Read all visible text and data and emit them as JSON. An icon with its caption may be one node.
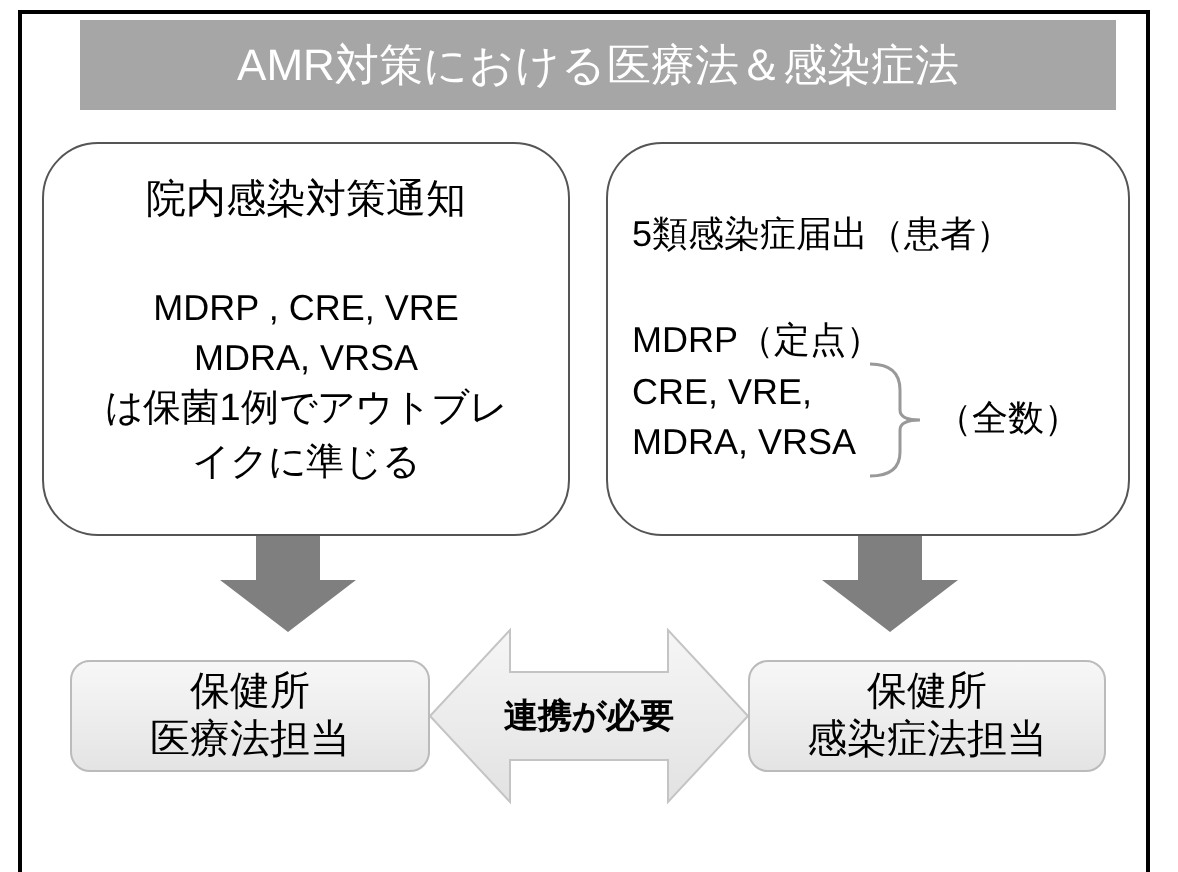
{
  "diagram": {
    "title": "AMR対策における医療法＆感染症法",
    "nodes": [
      {
        "text": [
          "院内感染対策通知",
          "MDRP , CRE, VRE MDRA, VRSA",
          "は保菌1例でアウトブレイクに準じる"
        ]
      },
      {
        "text": [
          "5類感染症届出（患者）",
          "MDRP（定点）",
          "CRE, VRE, MDRA, VRSA",
          "（全数）"
        ]
      },
      {
        "text": [
          "保健所",
          "医療法担当"
        ]
      },
      {
        "text": [
          "保健所",
          "感染症法担当"
        ]
      }
    ],
    "edges": [
      {
        "from": 0,
        "to": 2,
        "arrow": "to",
        "style": "thick"
      },
      {
        "from": 1,
        "to": 3,
        "arrow": "to",
        "style": "thick"
      },
      {
        "from": 2,
        "to": 3,
        "arrow": "both",
        "style": "thick",
        "color": "#e2e2e2",
        "label": "連携が必要"
      }
    ]
  }
}
